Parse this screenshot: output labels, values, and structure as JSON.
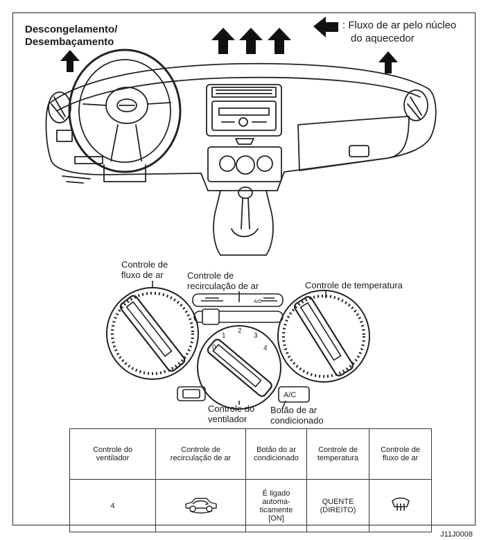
{
  "labels": {
    "defrost": "Descongelamento/\nDesembaçamento",
    "legend_line1": ": Fluxo de ar pelo núcleo",
    "legend_line2": "do aquecedor",
    "airflow_control": "Controle de\nfluxo de ar",
    "recirc_control": "Controle de\nrecirculação de ar",
    "temp_control": "Controle de temperatura",
    "fan_control": "Controle do\nventilador",
    "ac_button": "Botão de ar\ncondicionado"
  },
  "panel": {
    "fan_speeds": [
      "0",
      "1",
      "2",
      "3",
      "4"
    ],
    "ac_label": "A/C",
    "recirc_ac_label": "A/C"
  },
  "table": {
    "headers": [
      "Controle do\nventilador",
      "Controle de\nrecirculação de ar",
      "Botão do ar\ncondicionado",
      "Controle de\ntemperatura",
      "Controle de\nfluxo de ar"
    ],
    "row": {
      "fan": "4",
      "recirc_icon": "recirculation-car-icon",
      "ac": "É ligado\nautoma-\nticamente\n[ON]",
      "temp": "QUENTE\n(DIREITO)",
      "airflow_icon": "defrost-icon"
    }
  },
  "reference": "J11J0008"
}
